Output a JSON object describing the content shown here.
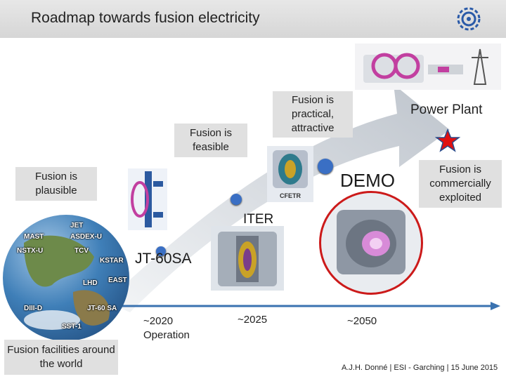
{
  "title": "Roadmap towards fusion electricity",
  "milestones": {
    "plausible": "Fusion is plausible",
    "feasible": "Fusion is feasible",
    "practical": "Fusion is practical, attractive",
    "power_plant": "Power Plant",
    "commercial": "Fusion is commercially exploited"
  },
  "machines": {
    "jt60sa": "JT-60SA",
    "iter": "ITER",
    "demo": "DEMO",
    "cfetr": "CFETR"
  },
  "timeline": {
    "t2020_year": "~2020",
    "t2020_note": "Operation",
    "t2025": "~2025",
    "t2050": "~2050"
  },
  "globe_labels": [
    "JET",
    "MAST",
    "ASDEX-U",
    "NSTX-U",
    "TCV",
    "KSTAR",
    "LHD",
    "EAST",
    "DIII-D",
    "JT-60 SA",
    "SST-1"
  ],
  "world_box": "Fusion facilities around the world",
  "footer": "A.J.H. Donné | ESI - Garching | 15 June 2015",
  "colors": {
    "arrow": "#c3cad2",
    "dot": "#3a6fc4",
    "star": "#e01010",
    "circle": "#cc1a1a",
    "axis": "#3a72b0"
  }
}
